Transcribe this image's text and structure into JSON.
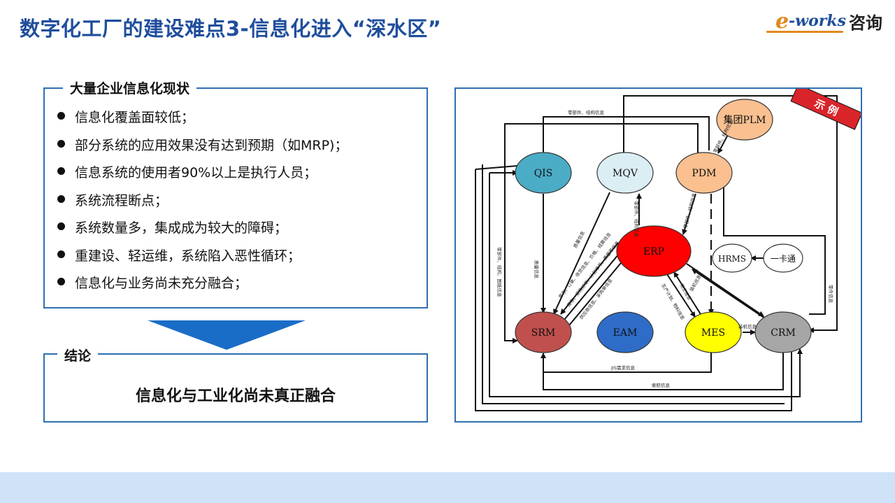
{
  "header": {
    "title": "数字化工厂的建设难点3-信息化进入“深水区”",
    "logo": {
      "e": "e",
      "works": "-works",
      "suffix": "咨询"
    }
  },
  "status_panel": {
    "label": "大量企业信息化现状",
    "items": [
      "信息化覆盖面较低；",
      "部分系统的应用效果没有达到预期（如MRP)；",
      "信息系统的使用者90%以上是执行人员；",
      "系统流程断点；",
      "系统数量多，集成成为较大的障碍；",
      "重建设、轻运维，系统陷入恶性循环；",
      "信息化与业务尚未充分融合；"
    ]
  },
  "conclusion": {
    "label": "结论",
    "text": "信息化与工业化尚未真正融合"
  },
  "diagram": {
    "badge": "示 例",
    "nodes": {
      "qis": "QIS",
      "mqv": "MQV",
      "pdm": "PDM",
      "plm": "集团PLM",
      "erp": "ERP",
      "hrms": "HRMS",
      "card": "一卡通",
      "srm": "SRM",
      "eam": "EAM",
      "mes": "MES",
      "crm": "CRM"
    },
    "labels": {
      "top": "零部件、结构信息",
      "plm_pdm": "零部件、结构信息",
      "qis_srm": "质量信息",
      "mqv_srm": "质量信息",
      "srm_left": "零部件、结构、图纸信息",
      "erp_srm1": "库存、订单、收货信息、价格、结算信息",
      "erp_srm2": "库存、采购订单、计划单号、质量等信息",
      "erp_srm3": "供应商信息、采购单信息",
      "pdm_erp1": "零部件、结构信息",
      "pdm_erp2": "零部件、结构信息",
      "erp_mes1": "生产计划、物料信息",
      "erp_mes2": "完工信息",
      "erp_mes3": "装机信息",
      "mes_crm": "装机信息",
      "crm_right": "零件信息",
      "bottom1": "JIS需求信息",
      "bottom2": "索赔信息"
    },
    "colors": {
      "qis": "#4bacc6",
      "mqv": "#dbeef4",
      "pdm": "#fac090",
      "plm": "#fac090",
      "erp": "#ff0000",
      "srm": "#c0504d",
      "eam": "#2e6cc8",
      "mes": "#ffff00",
      "crm": "#a6a6a6",
      "badge": "#d9252a"
    }
  }
}
